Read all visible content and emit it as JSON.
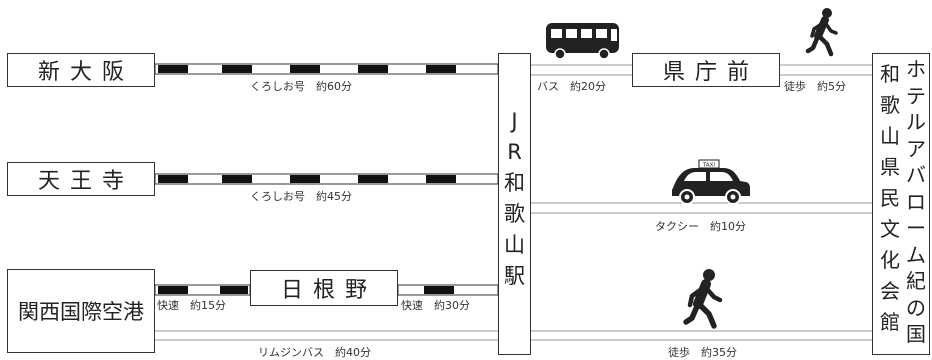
{
  "origins": {
    "shin_osaka": "新大阪",
    "tennoji": "天王寺",
    "kansai_airport": "関西国際空港"
  },
  "stations": {
    "hine_no": "日根野",
    "jr_wakayama": [
      "J",
      "R",
      "和",
      "歌",
      "山",
      "駅"
    ],
    "kencho_mae": "県庁前"
  },
  "destination": {
    "col_right": [
      "ホ",
      "テ",
      "ル",
      "ア",
      "バ",
      "ロ",
      "ー",
      "ム",
      "紀",
      "の",
      "国"
    ],
    "col_left": [
      "和",
      "歌",
      "山",
      "県",
      "民",
      "文",
      "化",
      "会",
      "館"
    ]
  },
  "routes": {
    "kuroshio_60": "くろしお号　約60分",
    "kuroshio_45": "くろしお号　約45分",
    "rapid_15": "快速　約15分",
    "rapid_30": "快速　約30分",
    "limousine_bus": "リムジンバス　約40分",
    "bus_20": "バス　約20分",
    "walk_5": "徒歩　約5分",
    "taxi_10": "タクシー　約10分",
    "walk_35": "徒歩　約35分"
  },
  "icons": {
    "bus": "bus-icon",
    "taxi": "taxi-icon",
    "taxi_sign": "TAXI",
    "walker": "pedestrian-icon"
  }
}
